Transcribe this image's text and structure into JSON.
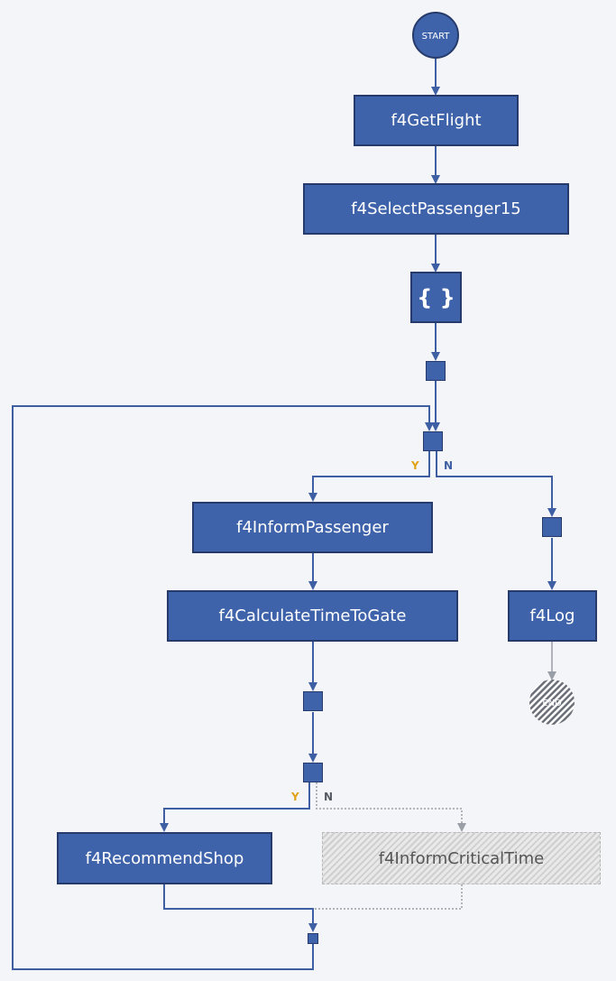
{
  "colors": {
    "primary": "#3f63aa",
    "border": "#263b6b",
    "edge": "#3e5fa3",
    "yes": "#e0a31a",
    "no": "#3e5fa3",
    "disabled": "#9a9ea6"
  },
  "start": {
    "label": "START"
  },
  "end": {
    "label": "END"
  },
  "nodes": {
    "get_flight": "f4GetFlight",
    "select_passenger": "f4SelectPassenger15",
    "code_block": "{ }",
    "inform_passenger": "f4InformPassenger",
    "calc_time": "f4CalculateTimeToGate",
    "log": "f4Log",
    "recommend_shop": "f4RecommendShop",
    "inform_critical": "f4InformCriticalTime"
  },
  "branches": {
    "loop_yes": "Y",
    "loop_no": "N",
    "cond_yes": "Y",
    "cond_no": "N"
  }
}
